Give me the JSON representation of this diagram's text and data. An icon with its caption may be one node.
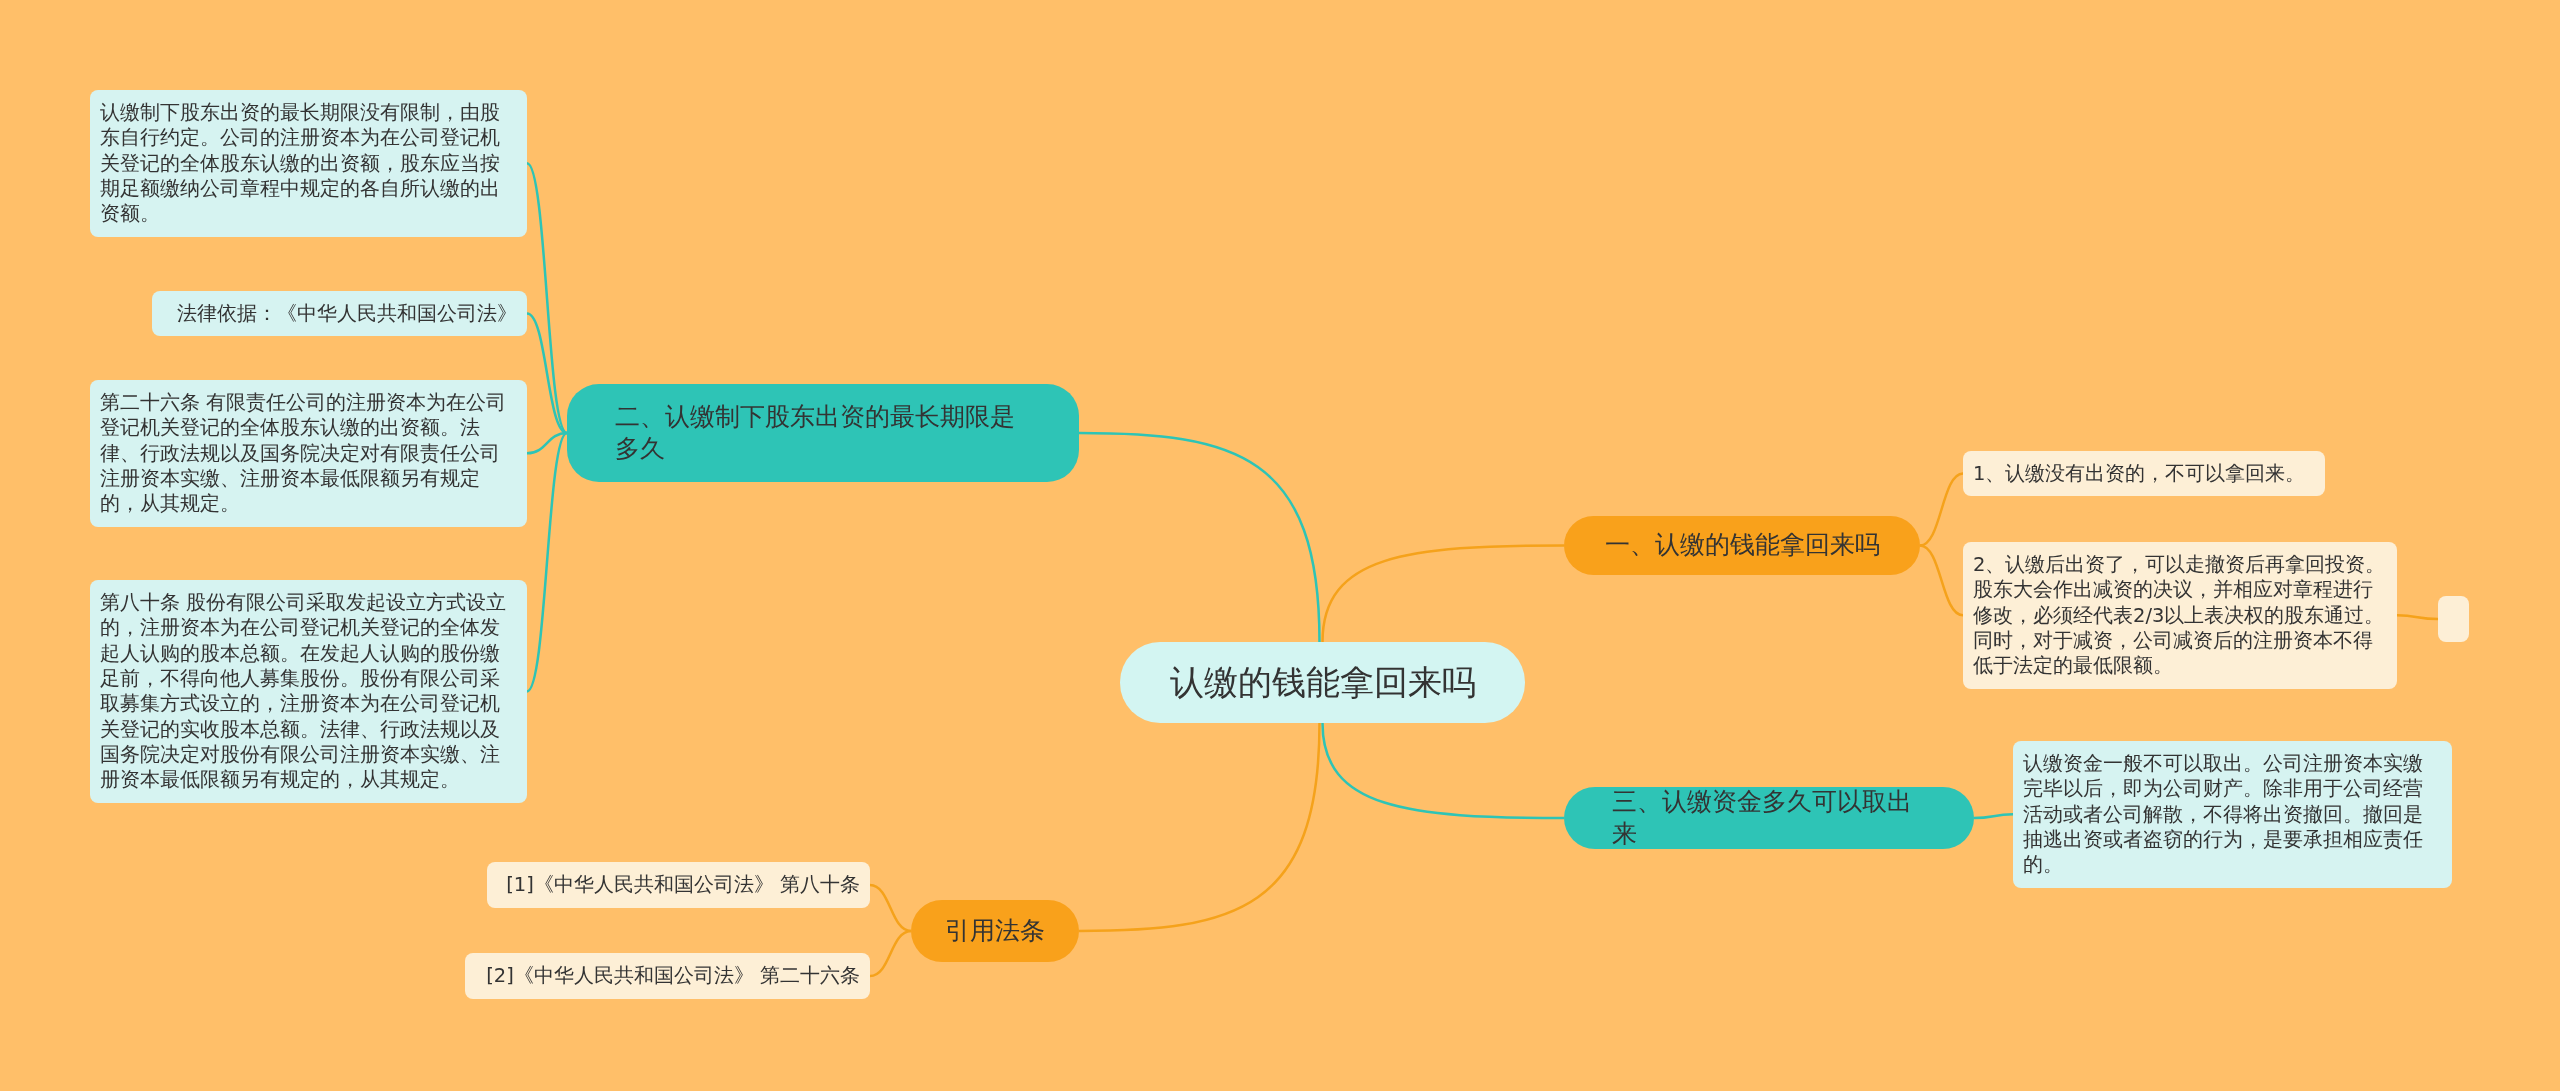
{
  "diagram": {
    "nodes": [
      {
        "text": [
          "认缴的钱能拿回来吗"
        ]
      },
      {
        "text": [
          "一、认缴的钱能拿回来吗"
        ]
      },
      {
        "text": [
          "1、认缴没有出资的，不可以拿回来。"
        ]
      },
      {
        "text": [
          "2、认缴后出资了，可以走撤资后再拿回投资。股东大会作出减资的决议，并相应对章程进行修改，必须经代表2/3以上表决权的股东通过。同时，对于减资，公司减资后的注册资本不得低于法定的最低限额。"
        ]
      },
      {
        "text": [],
        "shape": "box"
      },
      {
        "text": [
          "二、认缴制下股东出资的最长期限是多久"
        ]
      },
      {
        "text": [
          "认缴制下股东出资的最长期限没有限制，由股东自行约定。公司的注册资本为在公司登记机关登记的全体股东认缴的出资额，股东应当按期足额缴纳公司章程中规定的各自所认缴的出资额。"
        ]
      },
      {
        "text": [
          "法律依据：《中华人民共和国公司法》"
        ]
      },
      {
        "text": [
          "第二十六条 有限责任公司的注册资本为在公司登记机关登记的全体股东认缴的出资额。法律、行政法规以及国务院决定对有限责任公司注册资本实缴、注册资本最低限额另有规定的，从其规定。"
        ]
      },
      {
        "text": [
          "第八十条 股份有限公司采取发起设立方式设立的，注册资本为在公司登记机关登记的全体发起人认购的股本总额。在发起人认购的股份缴足前，不得向他人募集股份。股份有限公司采取募集方式设立的，注册资本为在公司登记机关登记的实收股本总额。法律、行政法规以及国务院决定对股份有限公司注册资本实缴、注册资本最低限额另有规定的，从其规定。"
        ]
      },
      {
        "text": [
          "三、认缴资金多久可以取出来"
        ]
      },
      {
        "text": [
          "认缴资金一般不可以取出。公司注册资本实缴完毕以后，即为公司财产。除非用于公司经营活动或者公司解散，不得将出资撤回。撤回是抽逃出资或者盗窃的行为，是要承担相应责任的。"
        ]
      },
      {
        "text": [
          "引用法条"
        ]
      },
      {
        "text": [
          "[1]《中华人民共和国公司法》 第八十条"
        ]
      },
      {
        "text": [
          "[2]《中华人民共和国公司法》 第二十六条"
        ]
      }
    ],
    "edges": [
      {
        "from": 0,
        "to": 1,
        "arrow": "none",
        "color": "#f5a21b"
      },
      {
        "from": 1,
        "to": 2,
        "arrow": "none",
        "color": "#f5a21b"
      },
      {
        "from": 1,
        "to": 3,
        "arrow": "none",
        "color": "#f5a21b"
      },
      {
        "from": 3,
        "to": 4,
        "arrow": "none",
        "color": "#f5a21b"
      },
      {
        "from": 0,
        "to": 5,
        "arrow": "none",
        "color": "#2ec4b6"
      },
      {
        "from": 5,
        "to": 6,
        "arrow": "none",
        "color": "#2ec4b6"
      },
      {
        "from": 5,
        "to": 7,
        "arrow": "none",
        "color": "#2ec4b6"
      },
      {
        "from": 5,
        "to": 8,
        "arrow": "none",
        "color": "#2ec4b6"
      },
      {
        "from": 5,
        "to": 9,
        "arrow": "none",
        "color": "#2ec4b6"
      },
      {
        "from": 0,
        "to": 10,
        "arrow": "none",
        "color": "#2ec4b6"
      },
      {
        "from": 10,
        "to": 11,
        "arrow": "none",
        "color": "#2ec4b6"
      },
      {
        "from": 0,
        "to": 12,
        "arrow": "none",
        "color": "#f5a21b"
      },
      {
        "from": 12,
        "to": 13,
        "arrow": "none",
        "color": "#f5a21b"
      },
      {
        "from": 12,
        "to": 14,
        "arrow": "none",
        "color": "#f5a21b"
      }
    ]
  }
}
